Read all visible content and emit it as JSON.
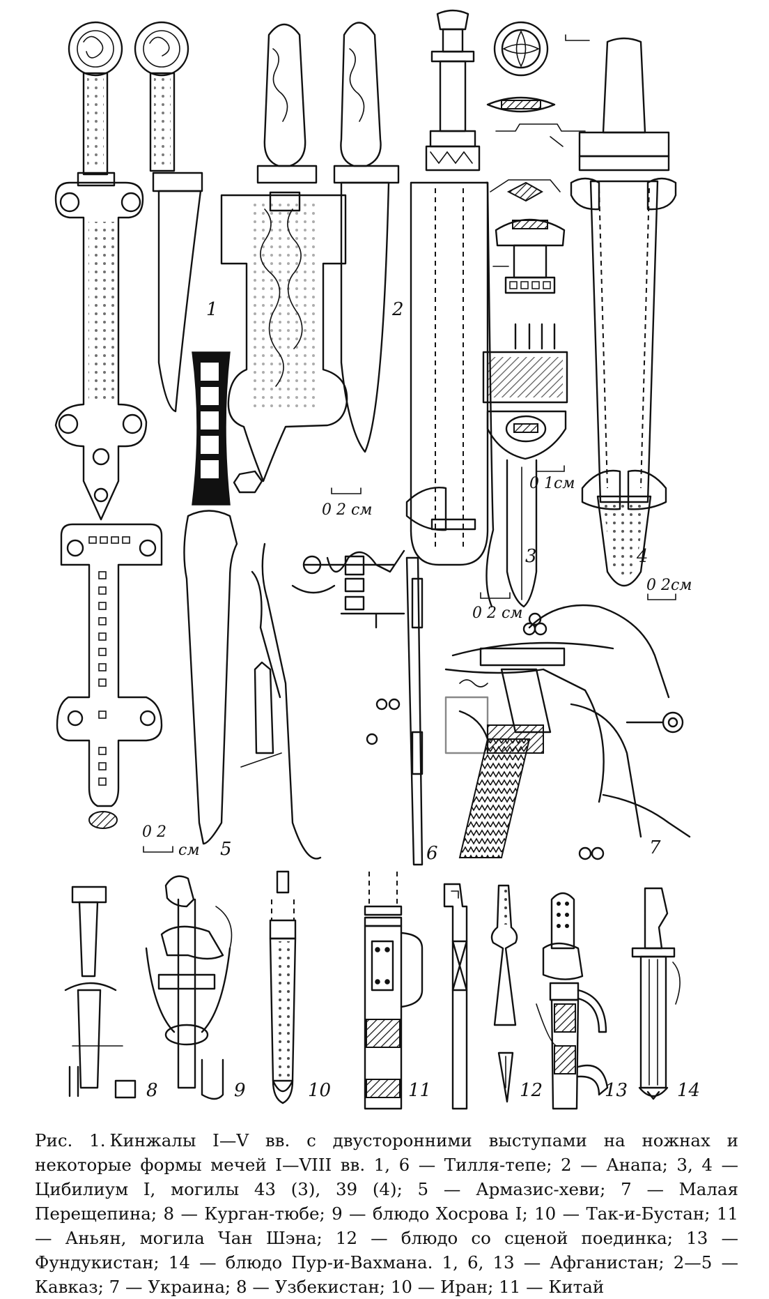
{
  "figure": {
    "panel_numbers": [
      "1",
      "2",
      "3",
      "4",
      "5",
      "6",
      "7",
      "8",
      "9",
      "10",
      "11",
      "12",
      "13",
      "14"
    ],
    "scale_labels": {
      "fig2": "0  2 см",
      "fig3": "0  2 см",
      "fig3_detail": "0  1см",
      "fig4": "0  2см",
      "fig5_top": "0  2",
      "fig5_bottom": "см"
    }
  },
  "caption": {
    "prefix": "Рис. 1.",
    "text": "Кинжалы I—V вв. с двусторонними выступами на ножнах и некоторые формы мечей I—VIII вв. 1, 6 — Тилля-тепе; 2 — Анапа; 3, 4 — Цибилиум I, могилы 43 (3), 39 (4); 5 — Армазис-хеви; 7 — Малая Перещепина; 8 — Курган-тюбе; 9 — блюдо Хосрова I; 10 — Так-и-Бустан; 11 — Аньян, могила Чан Шэна; 12 — блюдо со сценой поединка; 13 — Фундукистан; 14 — блюдо Пур-и-Вахмана. 1, 6, 13 — Афганистан; 2—5 — Кавказ; 7 — Украина; 8 — Узбекистан; 10 — Иран; 11 — Китай"
  },
  "colors": {
    "ink": "#111111",
    "paper": "#ffffff"
  }
}
